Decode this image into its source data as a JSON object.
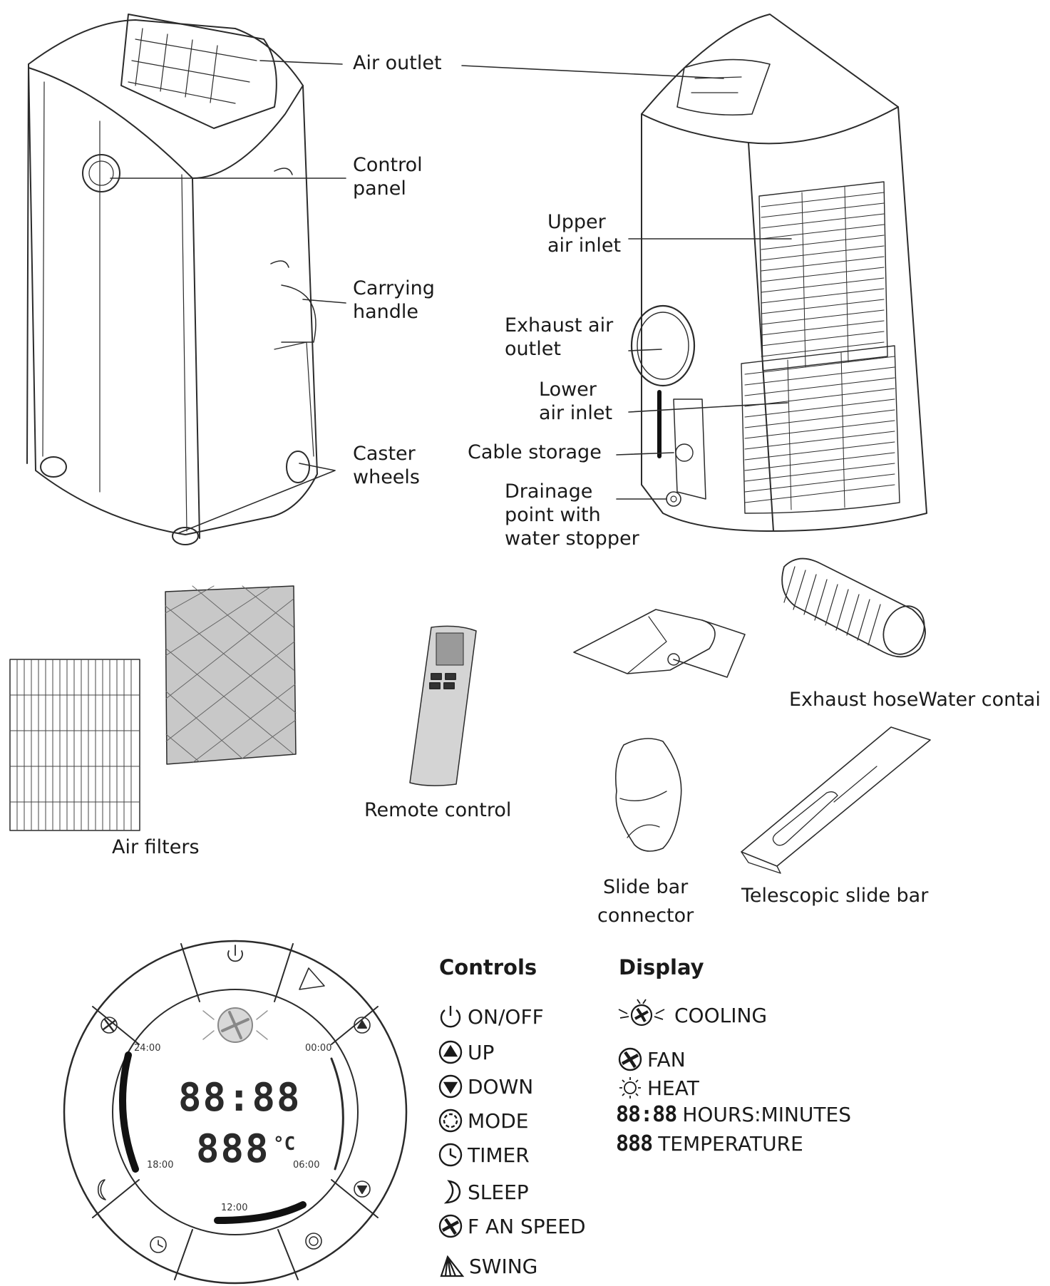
{
  "main_unit_labels": {
    "air_outlet": "Air outlet",
    "control_panel": "Control\npanel",
    "carrying_handle": "Carrying\nhandle",
    "caster_wheels": "Caster\nwheels"
  },
  "rear_unit_labels": {
    "upper_air_inlet": "Upper\nair inlet",
    "exhaust_air_outlet": "Exhaust air\noutlet",
    "lower_air_inlet": "Lower\nair inlet",
    "cable_storage": "Cable storage",
    "drainage_point": "Drainage\npoint with\nwater stopper"
  },
  "accessories": {
    "air_filters": "Air filters",
    "remote_control": "Remote control",
    "exhaust_hose_water_container": "Exhaust hoseWater contai",
    "slide_bar_connector": "Slide bar\nconnector",
    "telescopic_slide_bar": "Telescopic slide bar"
  },
  "dial": {
    "time_readout": "88:88",
    "temp_readout": "888",
    "temp_unit": "°C",
    "ticks": {
      "t2400": "24:00",
      "t0000": "00:00",
      "t1800": "18:00",
      "t0600": "06:00",
      "t1200": "12:00"
    }
  },
  "controls": {
    "header": "Controls",
    "items": [
      {
        "icon": "power-icon",
        "label": "ON/OFF"
      },
      {
        "icon": "up-arrow-icon",
        "label": "UP"
      },
      {
        "icon": "down-arrow-icon",
        "label": "DOWN"
      },
      {
        "icon": "mode-icon",
        "label": "MODE"
      },
      {
        "icon": "timer-icon",
        "label": "TIMER"
      },
      {
        "icon": "moon-icon",
        "label": "SLEEP"
      },
      {
        "icon": "fan-icon",
        "label": "F AN SPEED"
      },
      {
        "icon": "swing-icon",
        "label": "SWING"
      }
    ]
  },
  "display": {
    "header": "Display",
    "items": [
      {
        "icon": "snowflake-fan-icon",
        "label": "COOLING"
      },
      {
        "icon": "fan-icon",
        "label": "FAN"
      },
      {
        "icon": "sun-icon",
        "label": "HEAT"
      },
      {
        "lcd": "88:88",
        "label": "HOURS:MINUTES"
      },
      {
        "lcd": "888",
        "label": "TEMPERATURE"
      }
    ]
  }
}
